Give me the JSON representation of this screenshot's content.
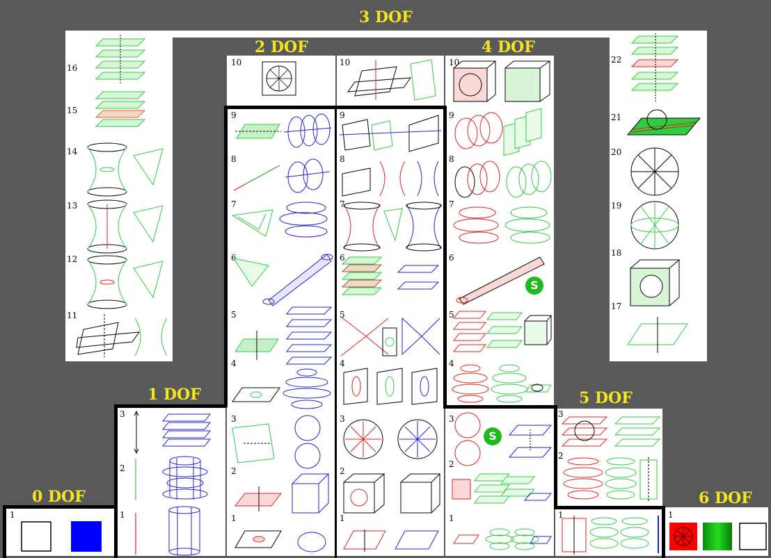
{
  "titles": {
    "dof0": "0 DOF",
    "dof1": "1 DOF",
    "dof2": "2 DOF",
    "dof3": "3 DOF",
    "dof4": "4 DOF",
    "dof5": "5 DOF",
    "dof6": "6 DOF"
  },
  "badge": "S",
  "colors": {
    "background": "#595959",
    "title": "#f5e61e",
    "green": "#2ecc40",
    "blue": "#2020d0",
    "red": "#e02020",
    "badge": "#1fb81f"
  },
  "columns": {
    "dof0": [
      "1"
    ],
    "dof1": [
      "1",
      "2",
      "3"
    ],
    "dof2": [
      "1",
      "2",
      "3",
      "4",
      "5",
      "6",
      "7",
      "8",
      "9",
      "10"
    ],
    "dof3_left": [
      "11",
      "12",
      "13",
      "14",
      "15",
      "16"
    ],
    "dof3_center": [
      "1",
      "2",
      "3",
      "4",
      "5",
      "6",
      "7",
      "8",
      "9",
      "10"
    ],
    "dof3_right": [
      "17",
      "18",
      "19",
      "20",
      "21",
      "22"
    ],
    "dof4": [
      "1",
      "2",
      "3",
      "4",
      "5",
      "6",
      "7",
      "8",
      "9",
      "10"
    ],
    "dof5": [
      "1",
      "2",
      "3"
    ],
    "dof6": [
      "1"
    ]
  }
}
